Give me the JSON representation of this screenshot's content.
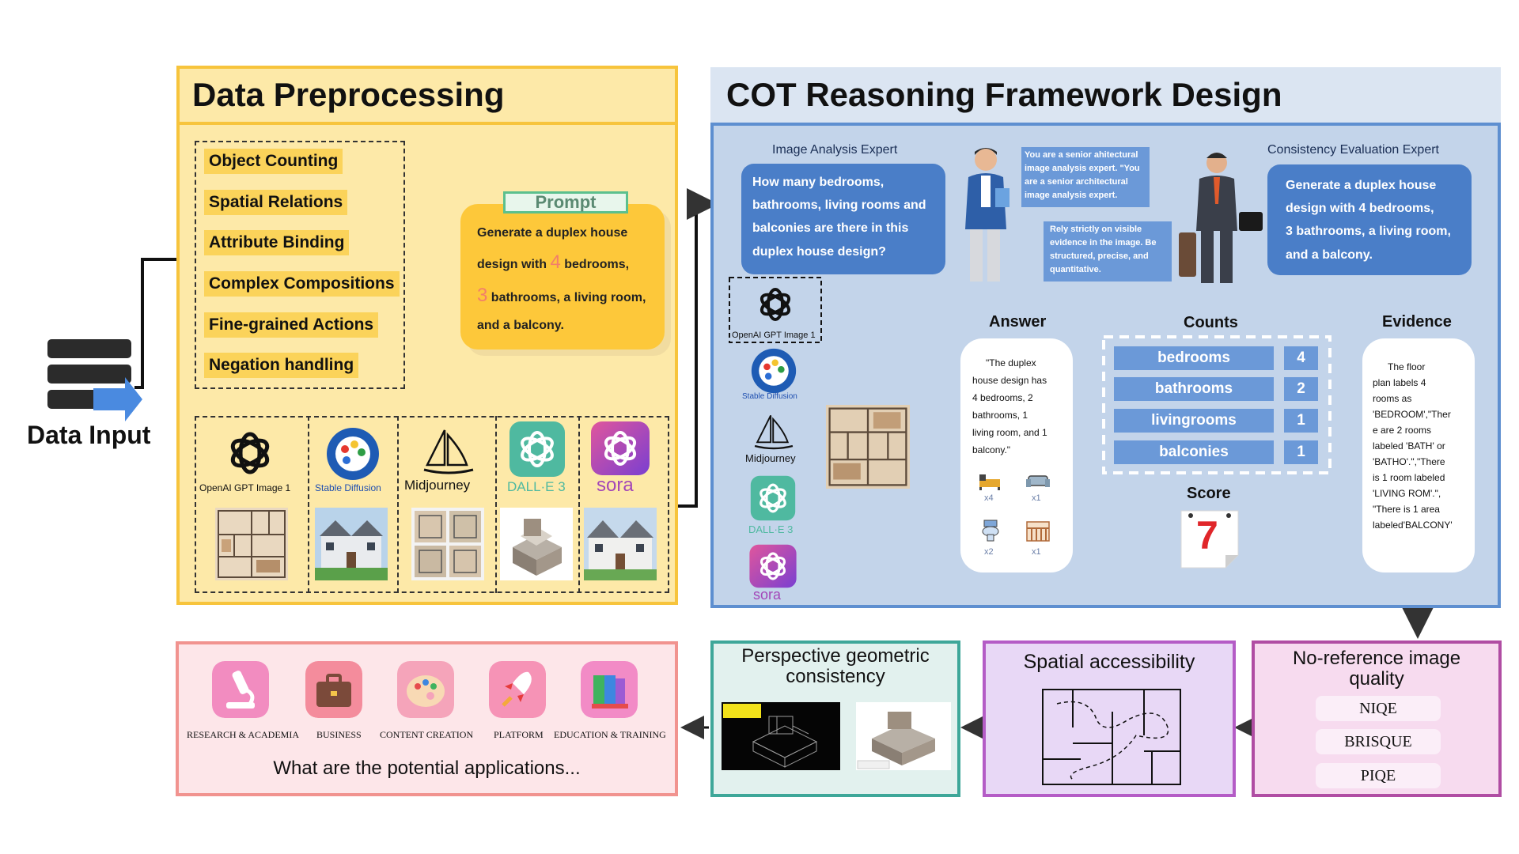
{
  "data_input": {
    "label": "Data Input"
  },
  "preprocessing": {
    "title": "Data Preprocessing",
    "categories": [
      "Object Counting",
      "Spatial Relations",
      "Attribute Binding",
      "Complex Compositions",
      "Fine-grained Actions",
      "Negation handling"
    ],
    "prompt": {
      "tag": "Prompt",
      "line1": "Generate a duplex house",
      "line2_pre": "design with ",
      "line2_num": "4",
      "line2_post": " bedrooms,",
      "line3_num": "3",
      "line3_post": " bathrooms, a living room,",
      "line4": "and a balcony."
    },
    "models": [
      "OpenAI GPT Image 1",
      "Stable Diffusion",
      "Midjourney",
      "DALL·E 3",
      "sora"
    ]
  },
  "cot": {
    "title": "COT Reasoning Framework Design",
    "image_expert": {
      "label": "Image Analysis Expert",
      "lines": [
        "How many bedrooms,",
        "bathrooms, living rooms and",
        "balconies are there in this",
        "duplex house design?"
      ]
    },
    "consistency_expert": {
      "label": "Consistency Evaluation Expert",
      "lines": [
        "Generate a duplex house",
        "design with 4 bedrooms,",
        "3 bathrooms, a living room,",
        "and a balcony."
      ]
    },
    "note1": [
      "You are a senior ahitectural",
      "image analysis expert. \"You",
      "are a senior architectural",
      "image analysis expert."
    ],
    "note2": [
      "Rely strictly on visible",
      "evidence in the image. Be",
      "structured, precise, and",
      "quantitative."
    ],
    "models": [
      "OpenAI GPT Image 1",
      "Stable Diffusion",
      "Midjourney",
      "DALL·E 3",
      "sora"
    ],
    "answer": {
      "header": "Answer",
      "lines": [
        "\"The duplex",
        "house design has",
        "4 bedrooms, 2",
        "bathrooms, 1",
        "living room, and 1",
        "balcony.\""
      ],
      "icon_counts": [
        "x4",
        "x1",
        "x2",
        "x1"
      ]
    },
    "counts": {
      "header": "Counts",
      "rows": [
        {
          "label": "bedrooms",
          "value": "4"
        },
        {
          "label": "bathrooms",
          "value": "2"
        },
        {
          "label": "livingrooms",
          "value": "1"
        },
        {
          "label": "balconies",
          "value": "1"
        }
      ]
    },
    "score": {
      "header": "Score",
      "value": "7"
    },
    "evidence": {
      "header": "Evidence",
      "lines": [
        "The floor",
        "plan labels 4",
        "rooms as",
        "'BEDROOM',\"Ther",
        "e are 2 rooms",
        "labeled 'BATH' or",
        "'BATHO'.\",\"There",
        "is 1 room labeled",
        "'LIVING ROM'.\",",
        "\"There is 1 area",
        "labeled'BALCONY'"
      ]
    },
    "colors": {
      "accent": "#4a7ec8",
      "panel": "#c3d4ea",
      "border": "#5e8fd0"
    }
  },
  "metrics": {
    "nri": {
      "title_l1": "No-reference image",
      "title_l2": "quality",
      "items": [
        "NIQE",
        "BRISQUE",
        "PIQE"
      ]
    },
    "spatial": {
      "title": "Spatial accessibility"
    },
    "perspective": {
      "title_l1": "Perspective geometric",
      "title_l2": "consistency"
    }
  },
  "applications": {
    "labels": [
      "RESEARCH & ACADEMIA",
      "BUSINESS",
      "CONTENT CREATION",
      "PLATFORM",
      "EDUCATION & TRAINING"
    ],
    "question": "What are the potential applications..."
  }
}
